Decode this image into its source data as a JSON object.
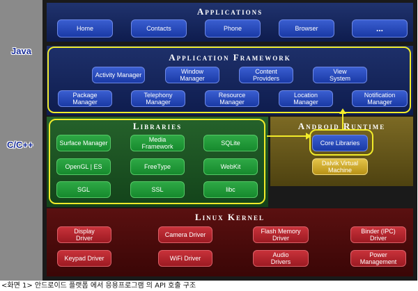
{
  "side_labels": {
    "java": "Java",
    "cpp": "C/C++"
  },
  "applications": {
    "title": "Applications",
    "items": [
      "Home",
      "Contacts",
      "Phone",
      "Browser",
      "..."
    ]
  },
  "framework": {
    "title": "Application Framework",
    "row1": [
      "Activity Manager",
      "Window\nManager",
      "Content\nProviders",
      "View\nSystem"
    ],
    "row2": [
      "Package Manager",
      "Telephony\nManager",
      "Resource\nManager",
      "Location\nManager",
      "Notification\nManager"
    ]
  },
  "libraries": {
    "title": "Libraries",
    "items": [
      "Surface Manager",
      "Media\nFramework",
      "SQLite",
      "OpenGL | ES",
      "FreeType",
      "WebKit",
      "SGL",
      "SSL",
      "libc"
    ]
  },
  "runtime": {
    "title": "Android Runtime",
    "core": "Core Libraries",
    "vm": "Dalvik Virtual\nMachine"
  },
  "kernel": {
    "title": "Linux Kernel",
    "items": [
      "Display\nDriver",
      "Camera Driver",
      "Flash Memory\nDriver",
      "Binder (IPC)\nDriver",
      "Keypad Driver",
      "WiFi Driver",
      "Audio\nDrivers",
      "Power\nManagement"
    ]
  },
  "caption": "<화면 1> 안드로이드 플랫폼 에서 응용프로그램 의 API 호출 구조",
  "colors": {
    "highlight": "#f2ec2a",
    "apps_bg": "#162660",
    "libs_bg": "#1d5224",
    "runtime_bg": "#6a5a1c",
    "kernel_bg": "#4a0a0a"
  }
}
